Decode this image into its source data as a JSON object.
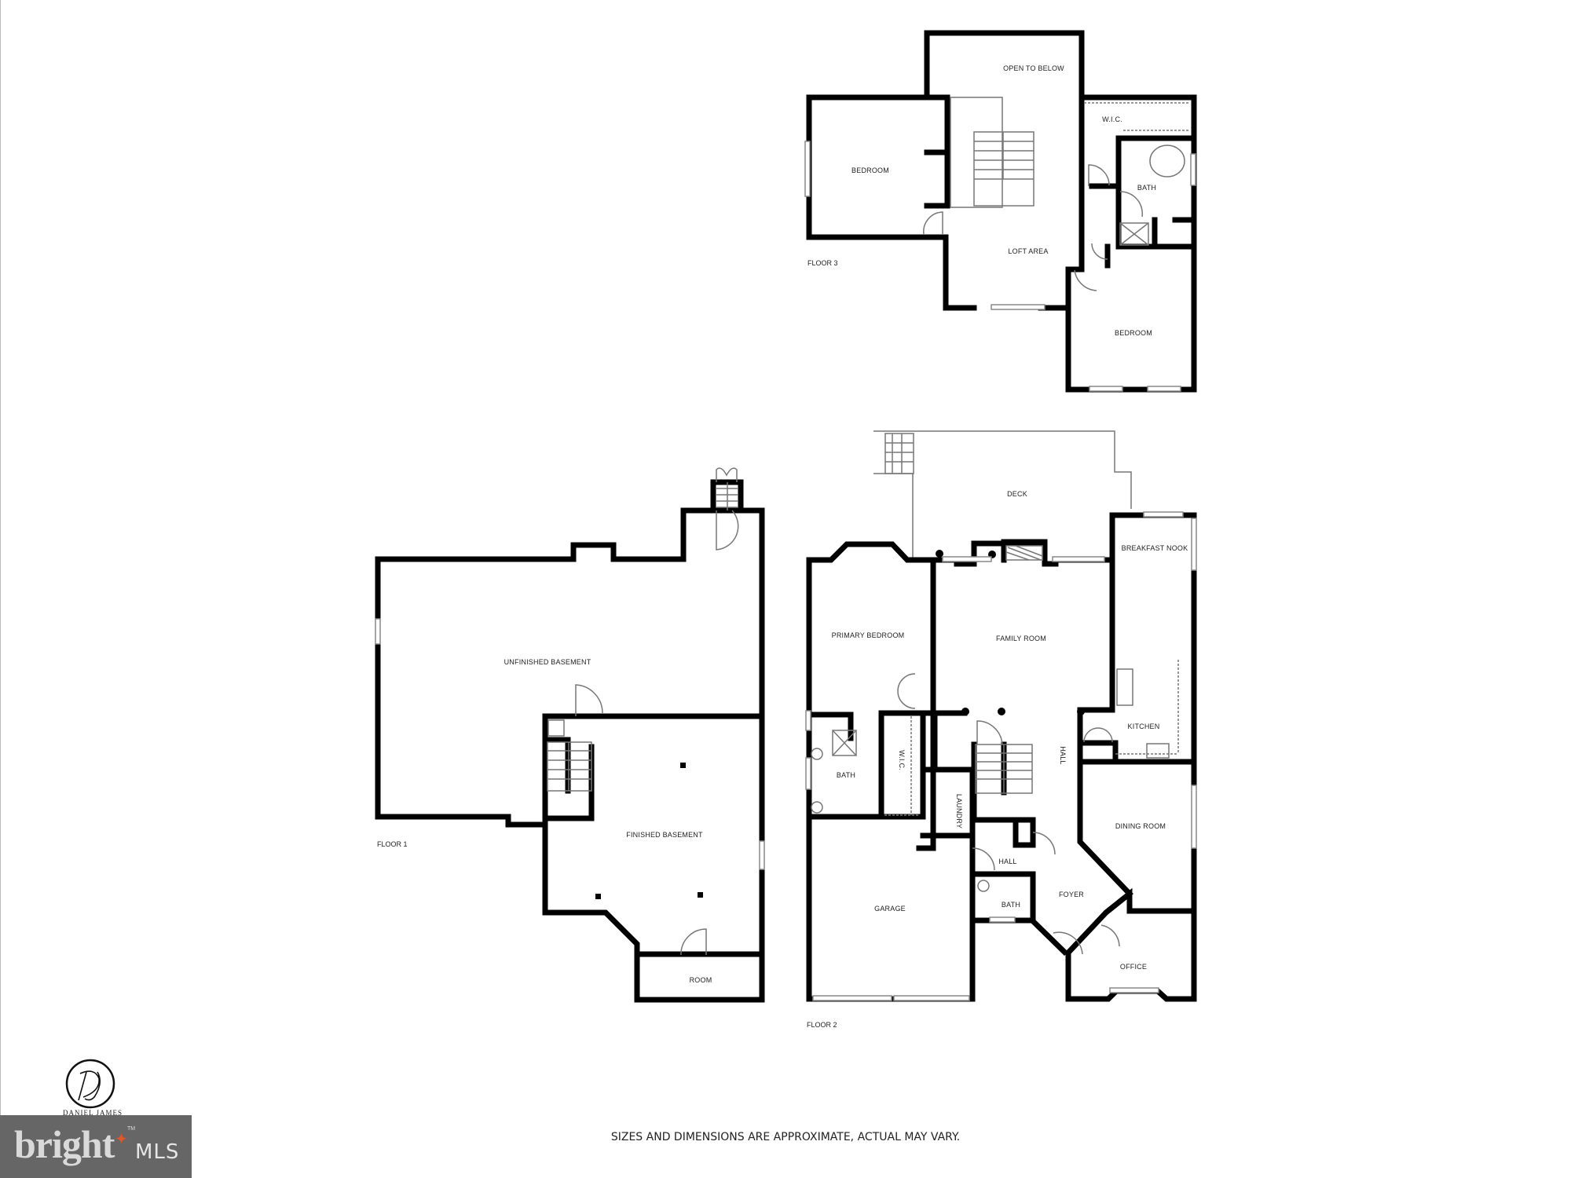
{
  "floor3": {
    "label": "FLOOR 3",
    "rooms": {
      "bedroom_west": "BEDROOM",
      "open_to_below": "OPEN TO BELOW",
      "wic": "W.I.C.",
      "bath": "BATH",
      "loft_area": "LOFT AREA",
      "bedroom_south": "BEDROOM"
    }
  },
  "floor1": {
    "label": "FLOOR 1",
    "rooms": {
      "unfinished_basement": "UNFINISHED BASEMENT",
      "finished_basement": "FINISHED BASEMENT",
      "room": "ROOM"
    }
  },
  "floor2": {
    "label": "FLOOR 2",
    "rooms": {
      "deck": "DECK",
      "breakfast_nook": "BREAKFAST NOOK",
      "primary_bedroom": "PRIMARY BEDROOM",
      "family_room": "FAMILY ROOM",
      "kitchen": "KITCHEN",
      "bath_primary": "BATH",
      "wic": "W.I.C.",
      "laundry": "LAUNDRY",
      "hall_main": "HALL",
      "dining_room": "DINING ROOM",
      "hall_small": "HALL",
      "foyer": "FOYER",
      "bath_half": "BATH",
      "garage": "GARAGE",
      "office": "OFFICE"
    }
  },
  "footer": {
    "disclaimer": "SIZES AND DIMENSIONS ARE APPROXIMATE, ACTUAL MAY VARY."
  },
  "branding": {
    "photographer_monogram": "DJ",
    "photographer_name": "DANIEL JAMES",
    "mls_word": "bright",
    "mls_suffix": "MLS",
    "mls_tm": "TM",
    "mls_bg_color": "#666666",
    "mls_accent_color": "#e0552a"
  }
}
